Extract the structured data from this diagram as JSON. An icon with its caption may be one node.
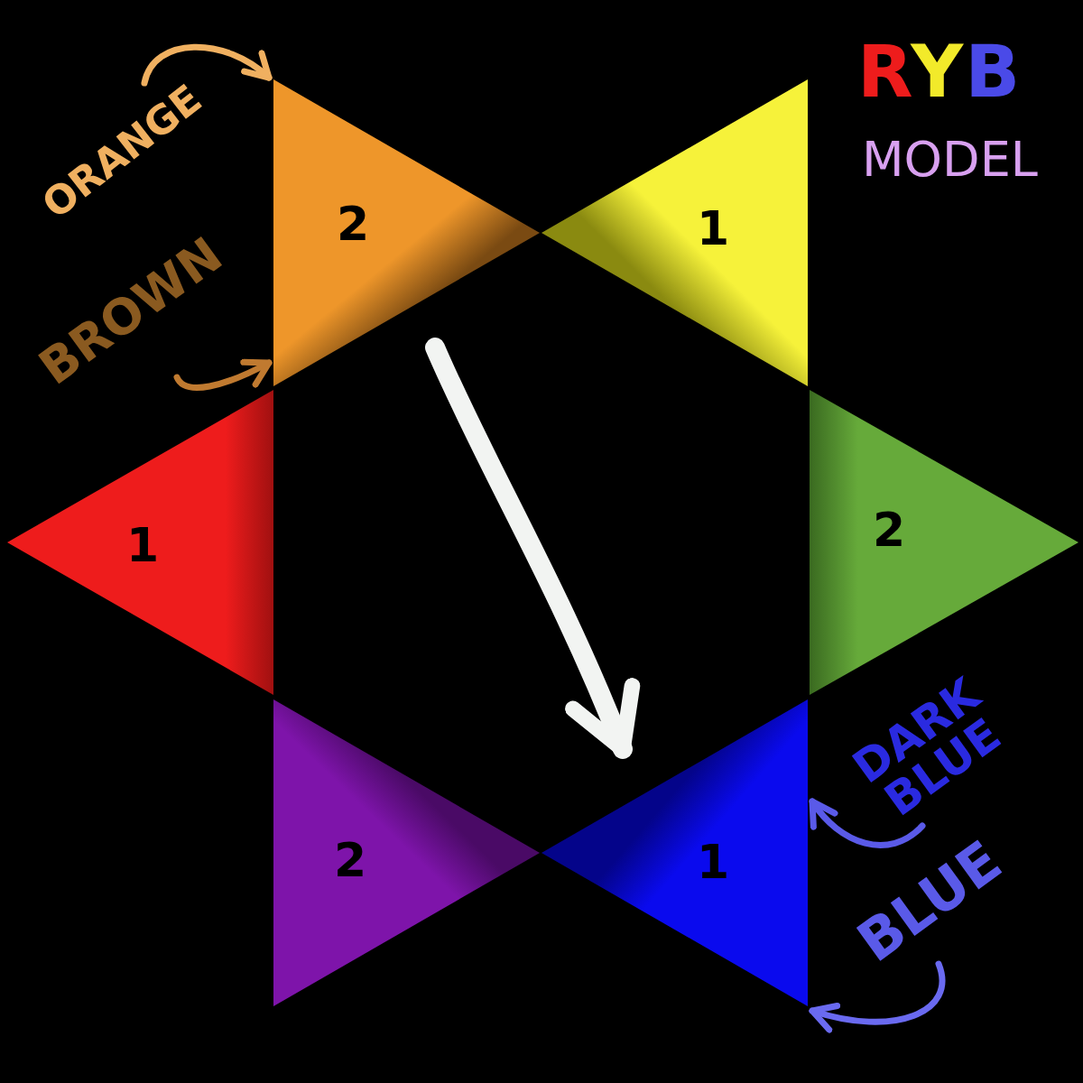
{
  "diagram": {
    "nodes": [
      {
        "text": [
          "2"
        ]
      },
      {
        "text": [
          "1"
        ]
      },
      {
        "text": [
          "1"
        ]
      },
      {
        "text": [
          "2"
        ]
      },
      {
        "text": [
          "2"
        ]
      },
      {
        "text": [
          "1"
        ]
      },
      {
        "text": [
          "ORANGE"
        ]
      },
      {
        "text": [
          "BROWN"
        ]
      },
      {
        "text": [
          "DARK BLUE"
        ]
      },
      {
        "text": [
          "BLUE"
        ]
      }
    ],
    "edges": [
      {
        "from": 6,
        "to": 0,
        "arrow": "to",
        "color": "#f0b060"
      },
      {
        "from": 7,
        "to": 0,
        "arrow": "to",
        "color": "#c07a30"
      },
      {
        "from": 8,
        "to": 5,
        "arrow": "to",
        "color": "#5a5ae8"
      },
      {
        "from": 9,
        "to": 5,
        "arrow": "to",
        "color": "#6a6af0"
      },
      {
        "from": 0,
        "to": 5,
        "arrow": "to",
        "style": "thick",
        "color": "#f2f4f2"
      }
    ],
    "labels": [
      "RYB",
      "MODEL"
    ]
  }
}
